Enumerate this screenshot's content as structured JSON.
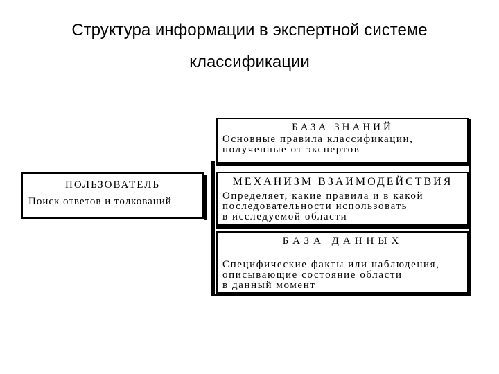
{
  "slide": {
    "title_line1": "Структура информации в экспертной системе",
    "title_line2": "классификации"
  },
  "knowledge_base": {
    "heading": "БАЗА ЗНАНИЙ",
    "lines": [
      "Основные правила классификации,",
      "полученные от экспертов"
    ]
  },
  "interaction_engine": {
    "heading": "МЕХАНИЗМ ВЗАИМОДЕЙСТВИЯ",
    "lines": [
      "Определяет, какие правила и в какой",
      "последовательности использовать",
      "в исследуемой области"
    ]
  },
  "database": {
    "heading": "БАЗА ДАННЫХ",
    "lines": [
      "Специфические факты или наблюдения,",
      "описывающие состояние области",
      "в данный момент"
    ]
  },
  "user": {
    "heading": "ПОЛЬЗОВАТЕЛЬ",
    "line": "Поиск ответов и толкований"
  }
}
